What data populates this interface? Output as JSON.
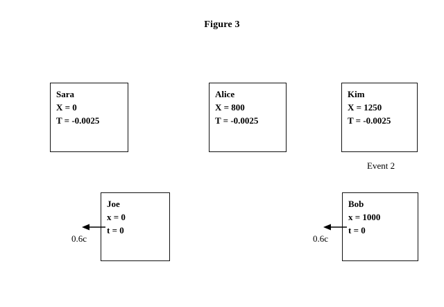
{
  "figure": {
    "title": "Figure 3"
  },
  "upper_row": {
    "boxes": [
      {
        "name": "Sara",
        "position": "X = 0",
        "time": "T = -0.0025"
      },
      {
        "name": "Alice",
        "position": "X = 800",
        "time": "T = -0.0025"
      },
      {
        "name": "Kim",
        "position": "X = 1250",
        "time": "T = -0.0025"
      }
    ],
    "event_label": "Event 2"
  },
  "lower_row": {
    "boxes": [
      {
        "name": "Joe",
        "position": "x = 0",
        "time": "t = 0"
      },
      {
        "name": "Bob",
        "position": "x = 1000",
        "time": "t = 0"
      }
    ],
    "arrows": [
      {
        "direction": "left-arrow-icon",
        "speed": "0.6c"
      },
      {
        "direction": "left-arrow-icon",
        "speed": "0.6c"
      }
    ]
  },
  "colors": {
    "background": "#ffffff",
    "ink": "#000000",
    "border": "#111111"
  }
}
